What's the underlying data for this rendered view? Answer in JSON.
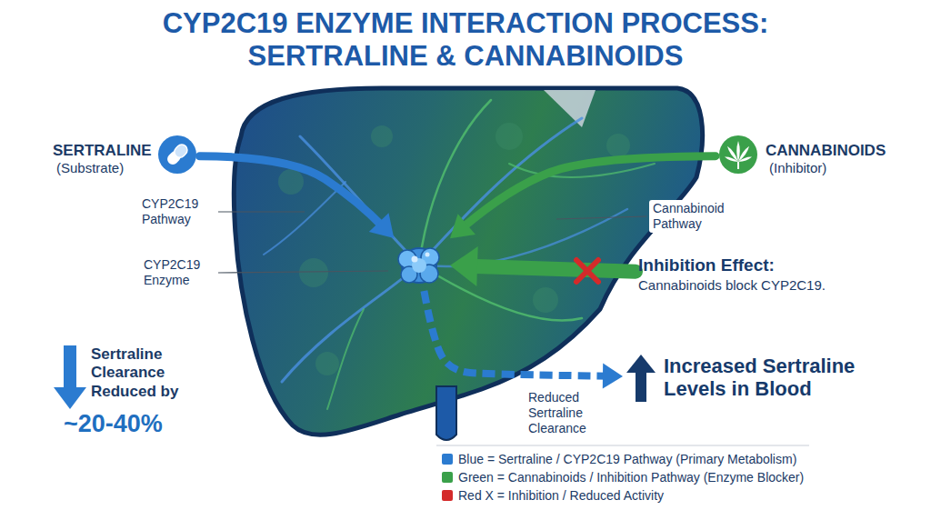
{
  "diagram": {
    "title": "CYP2C19 ENZYME INTERACTION PROCESS: SERTRALINE & CANNABINOIDS",
    "nodes": [
      {
        "text": [
          "SERTRALINE",
          "(Substrate)"
        ]
      },
      {
        "text": [
          "CANNABINOIDS",
          "(Inhibitor)"
        ]
      },
      {
        "text": [
          "CYP2C19 Enzyme"
        ]
      },
      {
        "text": [
          "Inhibition Effect:",
          "Cannabinoids block CYP2C19."
        ]
      },
      {
        "text": [
          "Increased Sertraline Levels in Blood"
        ]
      }
    ],
    "edges": [
      {
        "from": 0,
        "to": 2,
        "arrow": "to"
      },
      {
        "from": 1,
        "to": 2,
        "arrow": "to"
      },
      {
        "from": 3,
        "to": 2,
        "arrow": "to"
      },
      {
        "from": 2,
        "to": 4,
        "label": "Reduced Sertraline Clearance",
        "arrow": "to"
      }
    ],
    "labels": [
      "CYP2C19 Pathway",
      "Cannabinoid Pathway",
      "Sertraline Clearance Reduced by",
      "~20-40%"
    ],
    "legend": [
      {
        "text": "Blue = Sertraline / CYP2C19 Pathway (Primary Metabolism)",
        "color": "#2b7bd0"
      },
      {
        "text": "Green = Cannabinoids / Inhibition Pathway (Enzyme Blocker)",
        "color": "#3aa04a"
      },
      {
        "text": "Red X = Inhibition / Reduced Activity",
        "color": "#d42a2a"
      }
    ]
  }
}
